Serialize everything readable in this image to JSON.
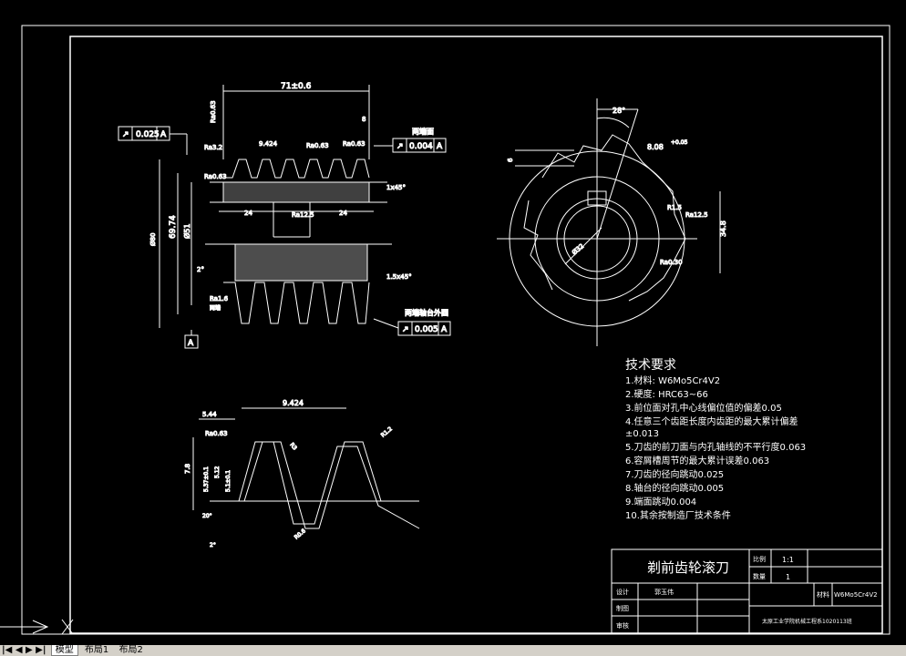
{
  "top_view": {
    "len_dim": "71±0.6",
    "flat_tol": {
      "value": "0.025",
      "datum": "A"
    },
    "end_tol": {
      "label": "两端面",
      "value": "0.004",
      "datum": "A"
    },
    "hub_tol": {
      "label": "两端轴台外圆",
      "value": "0.005",
      "datum": "A"
    },
    "datum_box": "A",
    "dim_69": "69.74",
    "dim_51": "Ø51",
    "dim_80": "Ø80",
    "dim_24a": "24",
    "dim_24b": "24",
    "dim_2": "2°",
    "dim_8": "8",
    "dim_pitch": "9.424",
    "chamfer1": "1x45°",
    "chamfer2": "1.5x45°",
    "rough_063a": "Ra0.63",
    "rough_063b": "Ra0.63",
    "rough_063c": "Ra0.63",
    "rough_32": "Ra3.2",
    "rough_125": "Ra12.5",
    "rough_16": "Ra1.6",
    "rough_063top": "Ra0.63",
    "both_ends": "两端"
  },
  "side_view": {
    "angle": "28°",
    "key_dim": "8.08",
    "key_sup": "+0.05",
    "dim_6": "6",
    "dim_34": "34.8",
    "r15": "R1.5",
    "ra25": "Ra12.5",
    "ra30": "Ra0.30",
    "bore": "Ø32"
  },
  "profile": {
    "dim_9424": "9.424",
    "dim_544": "5.44",
    "ra063": "Ra0.63",
    "dim_78": "7.8",
    "dim_537": "5.37±0.1",
    "dim_512": "5.12",
    "dim_51": "5.1±0.1",
    "r": "R",
    "dim_ang1": "20°",
    "dim_ang2": "2°",
    "dim_r3": "R3",
    "dim_r12": "R1.2",
    "dim_r36": "R0.6"
  },
  "tech": {
    "title": "技术要求",
    "items": [
      "1.材料: W6Mo5Cr4V2",
      "2.硬度: HRC63~66",
      "3.前位面对孔中心线偏位值的偏差0.05",
      "4.任意三个齿距长度内齿距的最大累计偏差",
      "±0.013",
      "5.刀齿的前刀面与内孔轴线的不平行度0.063",
      "6.容屑槽周节的最大累计误差0.063",
      "7.刀齿的径向跳动0.025",
      "8.轴台的径向跳动0.005",
      "9.端面跳动0.004",
      "10.其余按制造厂技术条件"
    ]
  },
  "title_block": {
    "name": "剃前齿轮滚刀",
    "scale_label": "比例",
    "scale": "1:1",
    "qty_label": "数量",
    "qty": "1",
    "design_label": "设计",
    "designer": "郭玉伟",
    "draw_label": "制图",
    "check_label": "审核",
    "material_label": "材料",
    "material": "W6Mo5Cr4V2",
    "school": "太原工业学院机械工程系1020113班"
  },
  "tabs": {
    "nav": "|◀ ◀ ▶ ▶|",
    "model": "模型",
    "layout1": "布局1",
    "layout2": "布局2"
  }
}
